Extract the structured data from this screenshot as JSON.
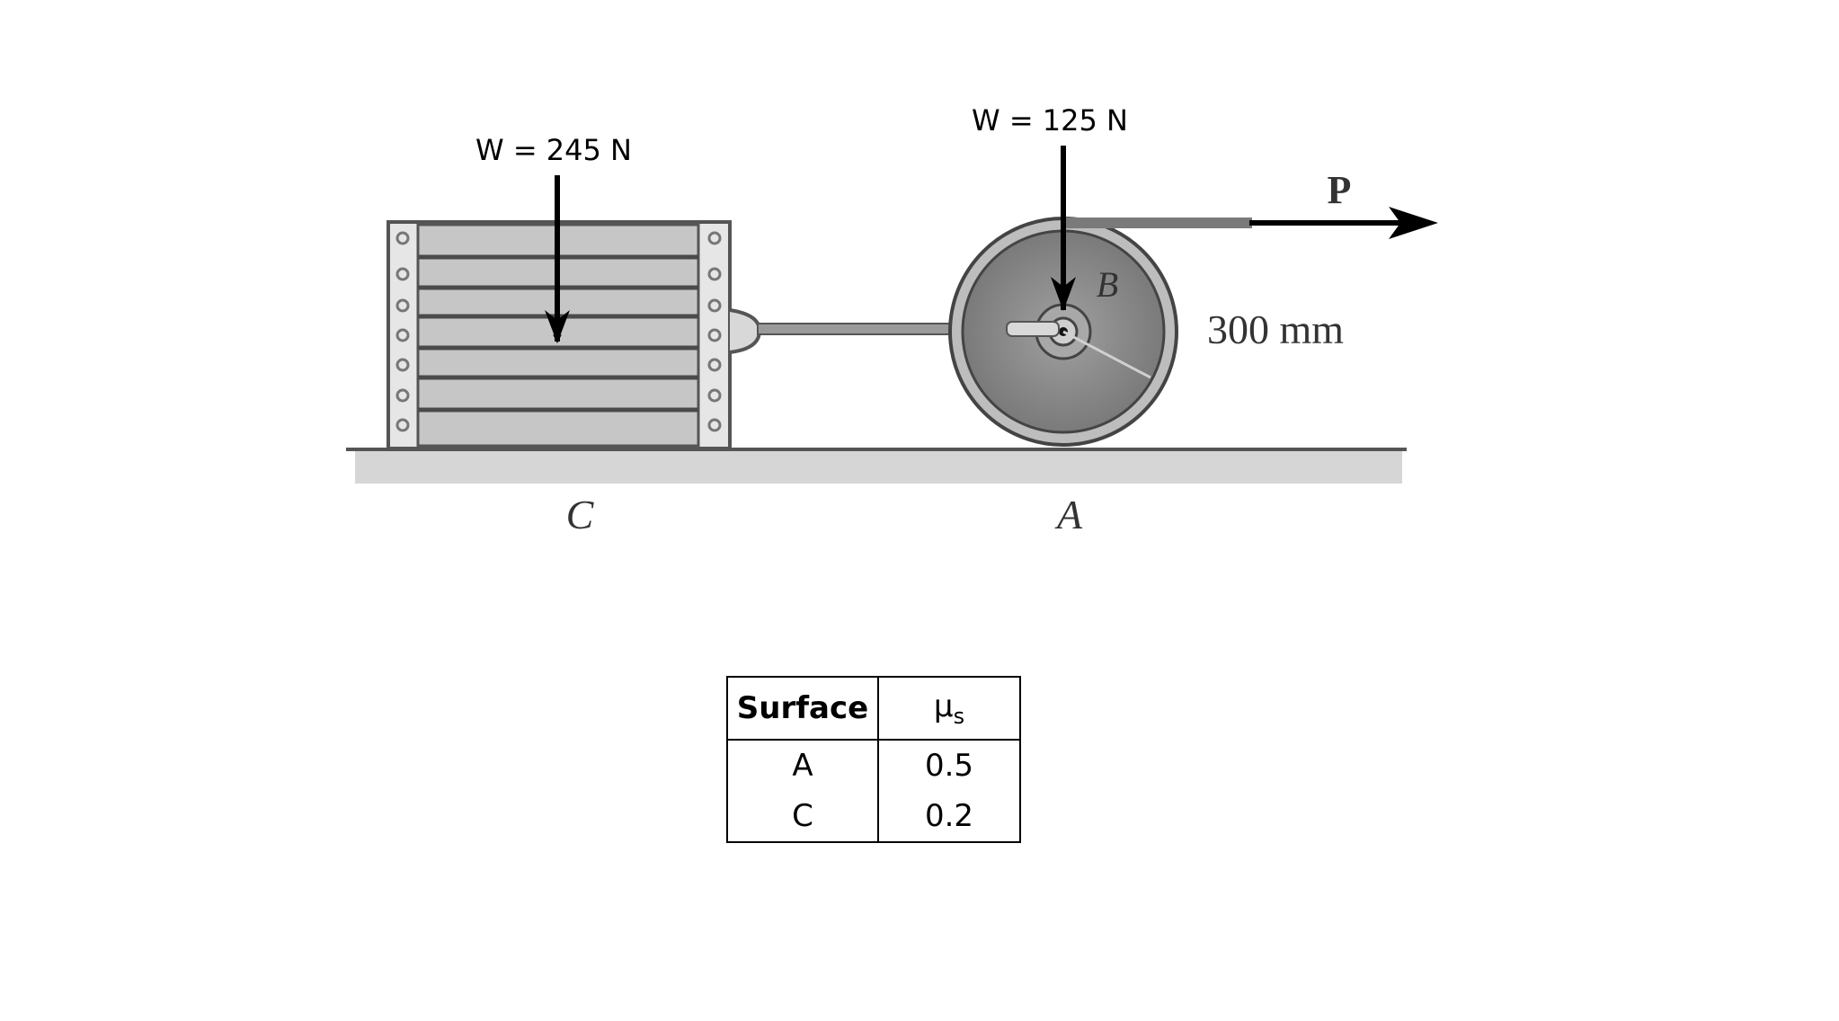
{
  "diagram": {
    "crate": {
      "weight_label": "W = 245 N",
      "surface_label": "C"
    },
    "wheel": {
      "weight_label": "W = 125 N",
      "center_label": "B",
      "contact_label": "A",
      "radius_label": "300 mm"
    },
    "pull_force": {
      "label": "P"
    },
    "colors": {
      "ground_shadow": "#c8c8c8",
      "crate_slat": "#c4c4c4",
      "crate_frame": "#e6e6e6",
      "wheel_fill": "#8a8a8a",
      "wheel_rim": "#bdbdbd",
      "outline": "#444444",
      "arrow": "#000000"
    }
  },
  "table": {
    "headers": [
      "Surface",
      "μ",
      "s"
    ],
    "rows": [
      {
        "surface": "A",
        "mu_s": "0.5"
      },
      {
        "surface": "C",
        "mu_s": "0.2"
      }
    ]
  }
}
